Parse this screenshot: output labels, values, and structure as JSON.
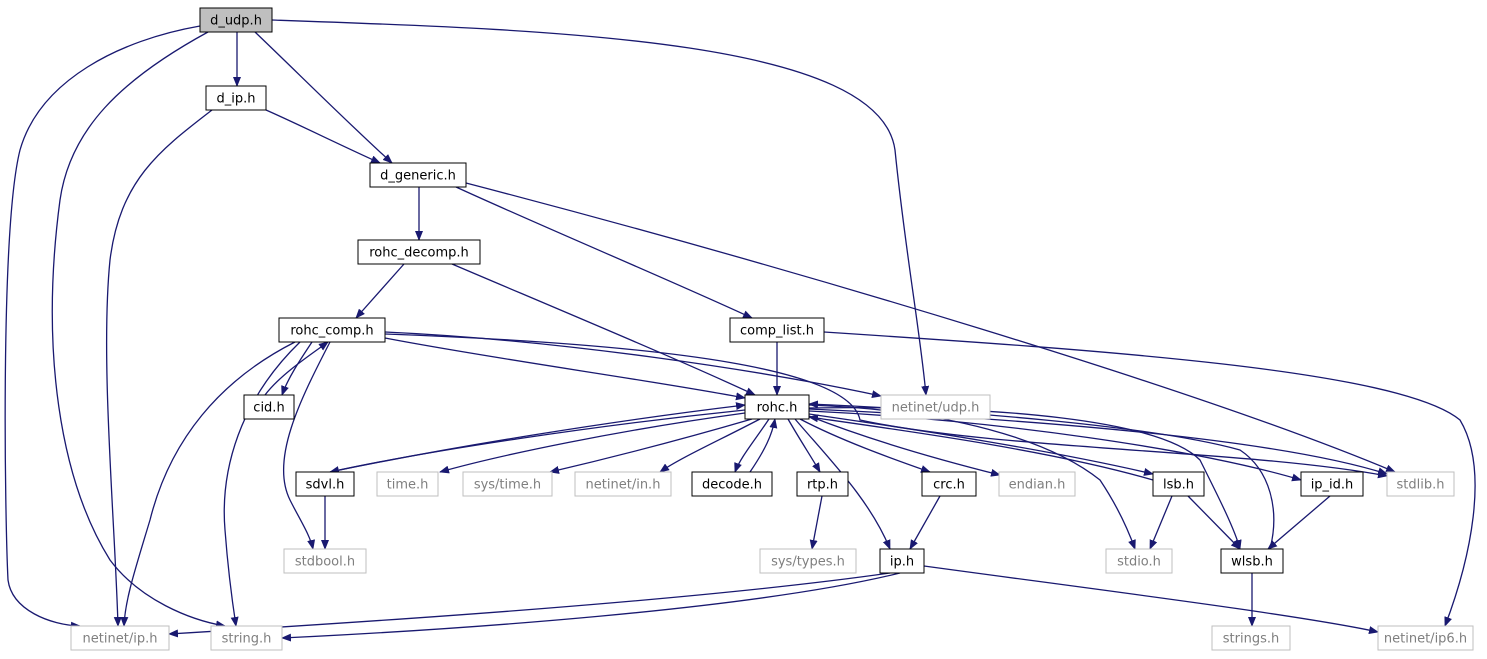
{
  "colors": {
    "edge": "#191970",
    "highlight_fill": "#bfbfbf",
    "node_border": "#000000",
    "external_border": "#bfbfbf",
    "external_text": "#7f7f7f",
    "node_text": "#000000"
  },
  "nodes": [
    {
      "id": "d_udp",
      "label": "d_udp.h",
      "kind": "highlight"
    },
    {
      "id": "d_ip",
      "label": "d_ip.h",
      "kind": "internal"
    },
    {
      "id": "d_generic",
      "label": "d_generic.h",
      "kind": "internal"
    },
    {
      "id": "rohc_decomp",
      "label": "rohc_decomp.h",
      "kind": "internal"
    },
    {
      "id": "rohc_comp",
      "label": "rohc_comp.h",
      "kind": "internal"
    },
    {
      "id": "comp_list",
      "label": "comp_list.h",
      "kind": "internal"
    },
    {
      "id": "cid",
      "label": "cid.h",
      "kind": "internal"
    },
    {
      "id": "netinet_udp",
      "label": "netinet/udp.h",
      "kind": "external"
    },
    {
      "id": "rohc",
      "label": "rohc.h",
      "kind": "internal"
    },
    {
      "id": "sdvl",
      "label": "sdvl.h",
      "kind": "internal"
    },
    {
      "id": "time",
      "label": "time.h",
      "kind": "external"
    },
    {
      "id": "sys_time",
      "label": "sys/time.h",
      "kind": "external"
    },
    {
      "id": "netinet_in",
      "label": "netinet/in.h",
      "kind": "external"
    },
    {
      "id": "decode",
      "label": "decode.h",
      "kind": "internal"
    },
    {
      "id": "rtp",
      "label": "rtp.h",
      "kind": "internal"
    },
    {
      "id": "crc",
      "label": "crc.h",
      "kind": "internal"
    },
    {
      "id": "endian",
      "label": "endian.h",
      "kind": "external"
    },
    {
      "id": "lsb",
      "label": "lsb.h",
      "kind": "internal"
    },
    {
      "id": "ip_id",
      "label": "ip_id.h",
      "kind": "internal"
    },
    {
      "id": "stdlib",
      "label": "stdlib.h",
      "kind": "external"
    },
    {
      "id": "stdbool",
      "label": "stdbool.h",
      "kind": "external"
    },
    {
      "id": "sys_types",
      "label": "sys/types.h",
      "kind": "external"
    },
    {
      "id": "ip",
      "label": "ip.h",
      "kind": "internal"
    },
    {
      "id": "stdio",
      "label": "stdio.h",
      "kind": "external"
    },
    {
      "id": "wlsb",
      "label": "wlsb.h",
      "kind": "internal"
    },
    {
      "id": "netinet_ip",
      "label": "netinet/ip.h",
      "kind": "external"
    },
    {
      "id": "string",
      "label": "string.h",
      "kind": "external"
    },
    {
      "id": "strings",
      "label": "strings.h",
      "kind": "external"
    },
    {
      "id": "netinet_ip6",
      "label": "netinet/ip6.h",
      "kind": "external"
    }
  ],
  "edges": [
    {
      "from": "d_udp",
      "to": "d_ip"
    },
    {
      "from": "d_udp",
      "to": "d_generic"
    },
    {
      "from": "d_udp",
      "to": "netinet_udp"
    },
    {
      "from": "d_udp",
      "to": "netinet_ip"
    },
    {
      "from": "d_udp",
      "to": "string"
    },
    {
      "from": "d_ip",
      "to": "d_generic"
    },
    {
      "from": "d_ip",
      "to": "netinet_ip"
    },
    {
      "from": "d_generic",
      "to": "rohc_decomp"
    },
    {
      "from": "d_generic",
      "to": "comp_list"
    },
    {
      "from": "d_generic",
      "to": "stdlib"
    },
    {
      "from": "rohc_decomp",
      "to": "rohc_comp"
    },
    {
      "from": "rohc_decomp",
      "to": "rohc"
    },
    {
      "from": "rohc_comp",
      "to": "cid"
    },
    {
      "from": "rohc_comp",
      "to": "rohc"
    },
    {
      "from": "rohc_comp",
      "to": "netinet_udp"
    },
    {
      "from": "rohc_comp",
      "to": "stdlib"
    },
    {
      "from": "rohc_comp",
      "to": "stdbool"
    },
    {
      "from": "rohc_comp",
      "to": "netinet_ip"
    },
    {
      "from": "rohc_comp",
      "to": "string"
    },
    {
      "from": "cid",
      "to": "rohc_comp"
    },
    {
      "from": "comp_list",
      "to": "rohc"
    },
    {
      "from": "comp_list",
      "to": "netinet_ip6"
    },
    {
      "from": "rohc",
      "to": "sdvl"
    },
    {
      "from": "rohc",
      "to": "time"
    },
    {
      "from": "rohc",
      "to": "sys_time"
    },
    {
      "from": "rohc",
      "to": "netinet_in"
    },
    {
      "from": "rohc",
      "to": "decode"
    },
    {
      "from": "rohc",
      "to": "rtp"
    },
    {
      "from": "rohc",
      "to": "crc"
    },
    {
      "from": "rohc",
      "to": "endian"
    },
    {
      "from": "rohc",
      "to": "lsb"
    },
    {
      "from": "rohc",
      "to": "ip_id"
    },
    {
      "from": "rohc",
      "to": "stdlib"
    },
    {
      "from": "rohc",
      "to": "ip"
    },
    {
      "from": "rohc",
      "to": "stdio"
    },
    {
      "from": "rohc",
      "to": "wlsb"
    },
    {
      "from": "sdvl",
      "to": "rohc"
    },
    {
      "from": "sdvl",
      "to": "stdbool"
    },
    {
      "from": "decode",
      "to": "rohc"
    },
    {
      "from": "rtp",
      "to": "sys_types"
    },
    {
      "from": "crc",
      "to": "ip"
    },
    {
      "from": "lsb",
      "to": "rohc"
    },
    {
      "from": "lsb",
      "to": "stdio"
    },
    {
      "from": "lsb",
      "to": "wlsb"
    },
    {
      "from": "ip_id",
      "to": "wlsb"
    },
    {
      "from": "wlsb",
      "to": "rohc"
    },
    {
      "from": "wlsb",
      "to": "strings"
    },
    {
      "from": "ip",
      "to": "netinet_ip"
    },
    {
      "from": "ip",
      "to": "string"
    },
    {
      "from": "ip",
      "to": "netinet_ip6"
    }
  ]
}
